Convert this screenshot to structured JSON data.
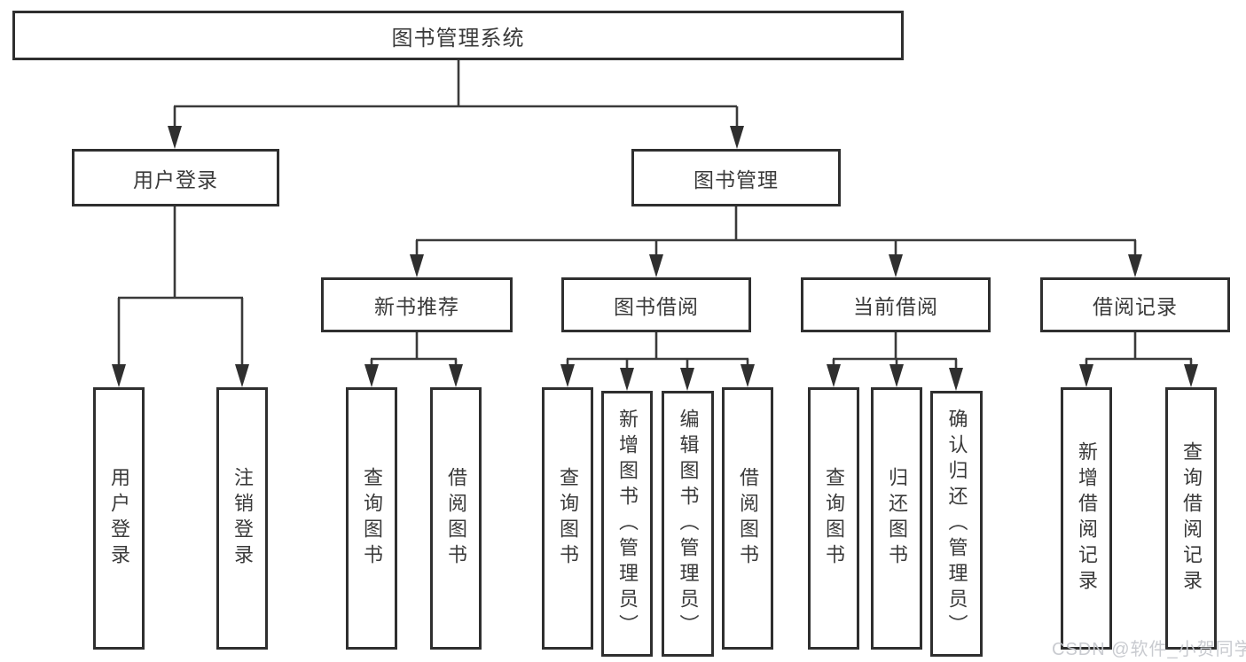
{
  "tree": {
    "root": {
      "label": "图书管理系统",
      "children": [
        {
          "label": "用户登录",
          "children": [
            {
              "label": "用户登录"
            },
            {
              "label": "注销登录"
            }
          ]
        },
        {
          "label": "图书管理",
          "children": [
            {
              "label": "新书推荐",
              "children": [
                {
                  "label": "查询图书"
                },
                {
                  "label": "借阅图书"
                }
              ]
            },
            {
              "label": "图书借阅",
              "children": [
                {
                  "label": "查询图书"
                },
                {
                  "label": "新增图书（管理员）"
                },
                {
                  "label": "编辑图书（管理员）"
                },
                {
                  "label": "借阅图书"
                }
              ]
            },
            {
              "label": "当前借阅",
              "children": [
                {
                  "label": "查询图书"
                },
                {
                  "label": "归还图书"
                },
                {
                  "label": "确认归还（管理员）"
                }
              ]
            },
            {
              "label": "借阅记录",
              "children": [
                {
                  "label": "新增借阅记录"
                },
                {
                  "label": "查询借阅记录"
                }
              ]
            }
          ]
        }
      ]
    }
  },
  "watermark": {
    "text": "CSDN @软件_小贺同学"
  },
  "colors": {
    "line": "#3a3a3a",
    "arrowhead": "#2f2f2f",
    "box_border": "#2f2f2f",
    "text": "#3a3a3a",
    "background": "#ffffff",
    "watermark": "#c6c8ce"
  }
}
